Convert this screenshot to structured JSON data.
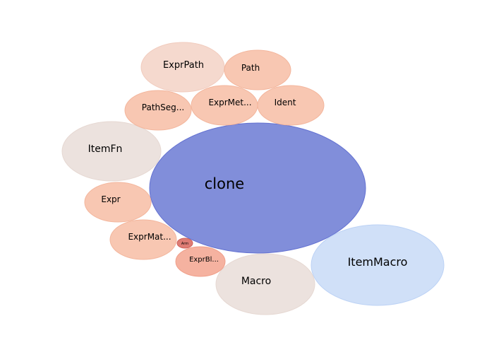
{
  "bubbles": [
    {
      "label": "clone",
      "color": "#7b88d9",
      "stroke": "#5b6acf"
    },
    {
      "label": "ItemMacro",
      "color": "#d0e0f8",
      "stroke": "#bcd2f5"
    },
    {
      "label": "Macro",
      "color": "#ece2de",
      "stroke": "#e6d8d2"
    },
    {
      "label": "ItemFn",
      "color": "#ece2de",
      "stroke": "#e6d8d2"
    },
    {
      "label": "ExprPath",
      "color": "#f5d9ce",
      "stroke": "#f1cbbd"
    },
    {
      "label": "Path",
      "color": "#f8c7b2",
      "stroke": "#f3b69d"
    },
    {
      "label": "PathSeg...",
      "color": "#f8c7b2",
      "stroke": "#f3b69d"
    },
    {
      "label": "ExprMet...",
      "color": "#f8c7b2",
      "stroke": "#f3b69d"
    },
    {
      "label": "Ident",
      "color": "#f8c7b2",
      "stroke": "#f3b69d"
    },
    {
      "label": "Expr",
      "color": "#f8c7b2",
      "stroke": "#f3b69d"
    },
    {
      "label": "ExprMat...",
      "color": "#f8c7b2",
      "stroke": "#f3b69d"
    },
    {
      "label": "ExprBl...",
      "color": "#f5b2a0",
      "stroke": "#f09f8a"
    },
    {
      "label": "Arm",
      "color": "#de7c74",
      "stroke": "#cf5f57"
    }
  ]
}
